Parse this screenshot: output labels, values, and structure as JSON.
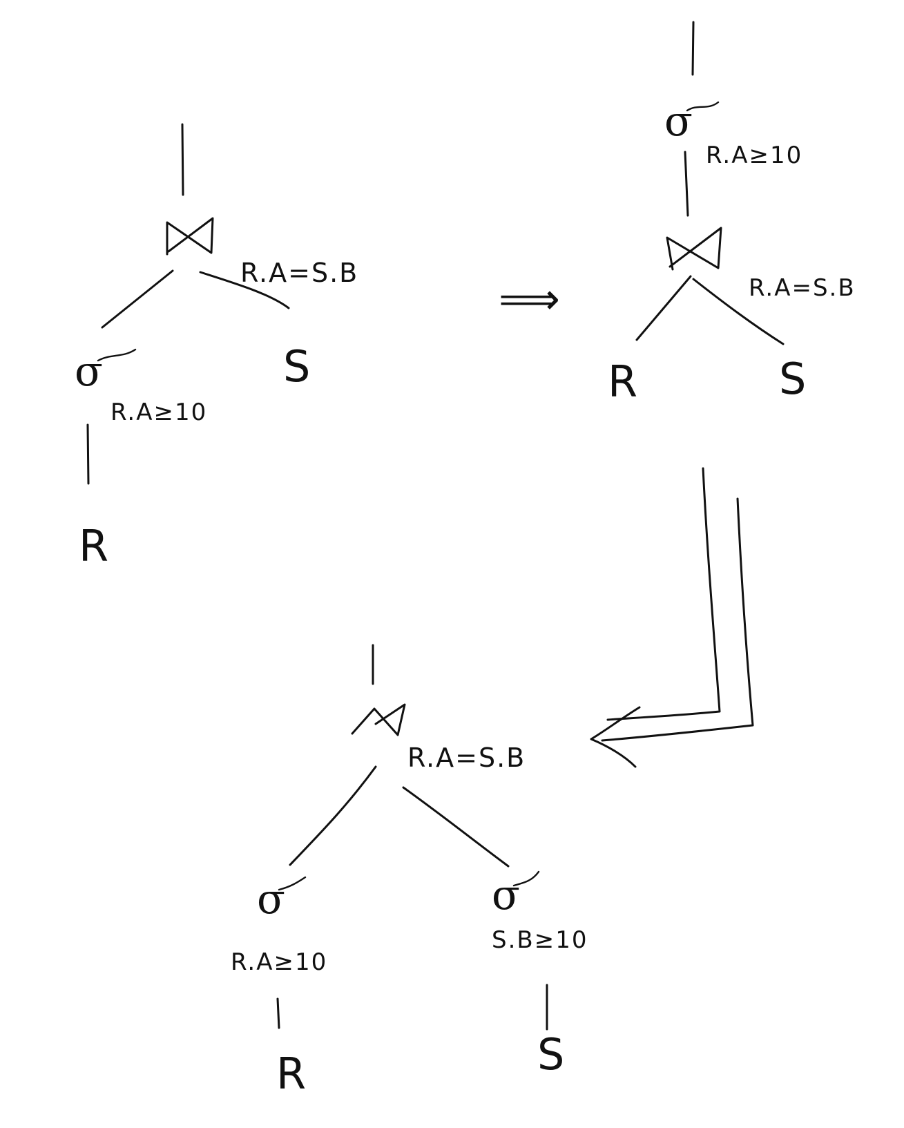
{
  "trees": {
    "original": {
      "join_symbol": "⋈",
      "join_label": "R.A=S.B",
      "select_symbol": "σ",
      "select_label": "R.A≥10",
      "left_relation": "R",
      "right_relation": "S"
    },
    "pulled_up": {
      "select_symbol": "σ",
      "select_label": "R.A≥10",
      "join_symbol": "⋈",
      "join_label": "R.A=S.B",
      "left_relation": "R",
      "right_relation": "S"
    },
    "pushed_down": {
      "join_symbol": "⋈",
      "join_label": "R.A=S.B",
      "left_select_symbol": "σ",
      "left_select_label": "R.A≥10",
      "right_select_symbol": "σ",
      "right_select_label": "S.B≥10",
      "left_relation": "R",
      "right_relation": "S"
    }
  },
  "arrows": {
    "implies": "⟹"
  }
}
